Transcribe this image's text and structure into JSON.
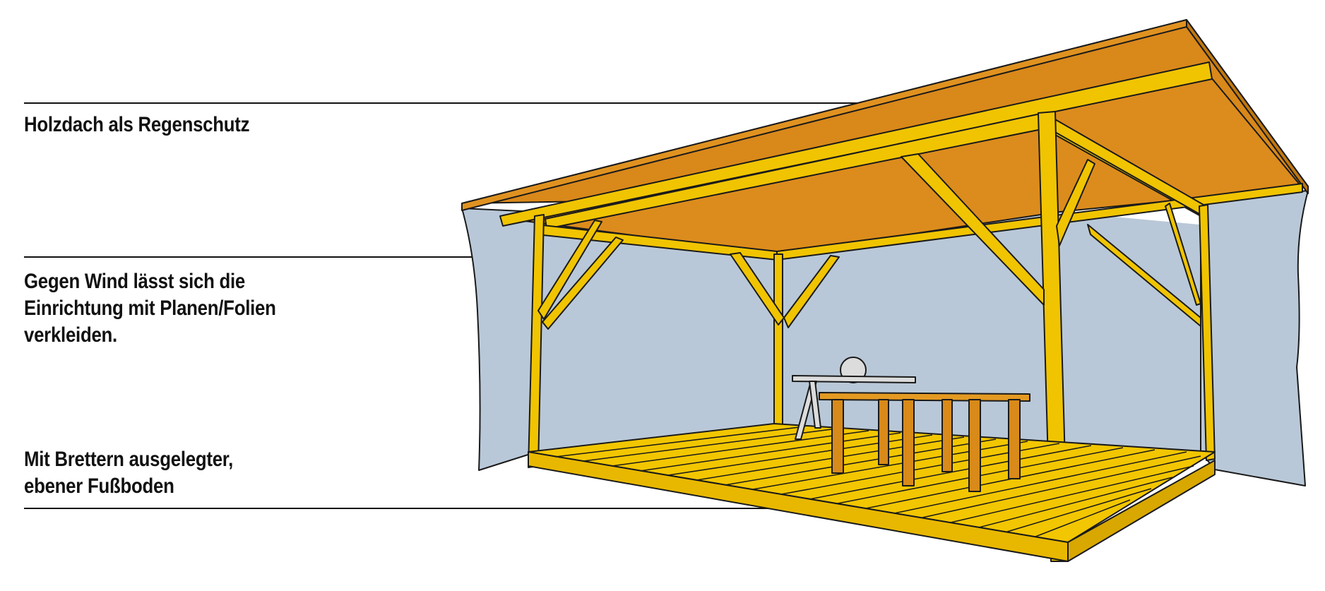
{
  "callouts": {
    "roof": {
      "lines": [
        "Holzdach als Regenschutz"
      ]
    },
    "wind": {
      "lines": [
        "Gegen Wind lässt sich die",
        "Einrichtung mit Planen/Folien",
        "verkleiden."
      ]
    },
    "floor": {
      "lines": [
        "Mit Brettern ausgelegter,",
        "ebener Fußboden"
      ]
    }
  },
  "colors": {
    "roof_top": "#d9881a",
    "roof_underside": "#dc8c1c",
    "timber": "#f0c400",
    "timber_dark": "#d4a800",
    "tarp": "#b9c8d8",
    "floor": "#f2c600",
    "table": "#e49a22",
    "table_leg": "#d88a1a",
    "saw_bench": "#dcdcdc",
    "outline": "#1a1a1a",
    "leader_line": "#111111"
  }
}
